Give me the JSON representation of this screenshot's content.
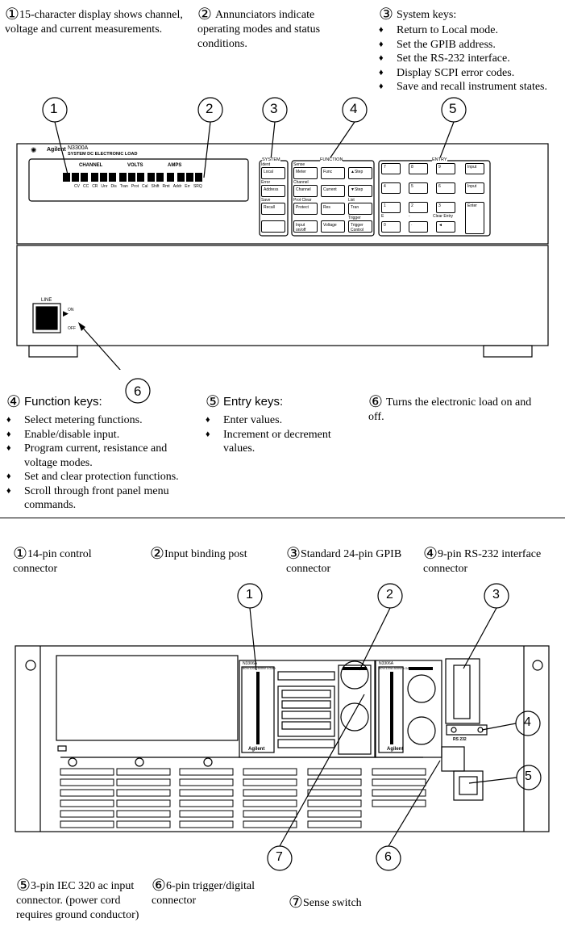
{
  "front": {
    "c1": {
      "num": "①",
      "text": "15-character display shows channel, voltage and current measurements."
    },
    "c2": {
      "num": "②",
      "text": "Annunciators indicate operating modes and status conditions."
    },
    "c3": {
      "num": "③",
      "title": "System keys:",
      "items": [
        "Return to Local mode.",
        "Set the GPIB address.",
        "Set the RS-232 interface.",
        "Display SCPI error codes.",
        "Save and recall instrument states."
      ]
    },
    "c4": {
      "num": "④",
      "title": "Function keys:",
      "items": [
        "Select metering functions.",
        "Enable/disable input.",
        "Program current, resistance and voltage modes.",
        "Set and clear protection functions.",
        "Scroll through front panel menu commands."
      ]
    },
    "c5": {
      "num": "⑤",
      "title": "Entry keys:",
      "items": [
        "Enter values.",
        "Increment or decrement values."
      ]
    },
    "c6": {
      "num": "⑥",
      "text": "Turns the electronic load on and off."
    },
    "panel": {
      "brand": "Agilent",
      "model": "N3300A",
      "subtitle": "SYSTEM DC ELECTRONIC LOAD",
      "display_headers": [
        "CHANNEL",
        "VOLTS",
        "AMPS"
      ],
      "annunciators": [
        "CV",
        "CC",
        "CR",
        "Unr",
        "Dis",
        "Tran",
        "Prot",
        "Cal",
        "Shift",
        "Rmt",
        "Addr",
        "Err",
        "SRQ"
      ],
      "system_label": "SYSTEM",
      "function_label": "FUNCTION",
      "entry_label": "ENTRY",
      "system_keys": [
        {
          "top": "Ident",
          "key": "Local"
        },
        {
          "top": "Error",
          "key": "Address"
        },
        {
          "top": "Save",
          "key": "Recall"
        },
        {
          "top": "",
          "key": ""
        }
      ],
      "function_keys": [
        {
          "top": "Sense",
          "key": "Meter"
        },
        {
          "top": "",
          "key": "Func"
        },
        {
          "top": "",
          "key": "▲Step"
        },
        {
          "top": "Channel",
          "key": "Channel"
        },
        {
          "top": "",
          "key": "Current"
        },
        {
          "top": "",
          "key": "▼Step"
        },
        {
          "top": "Prot Clear",
          "key": "Protect"
        },
        {
          "top": "",
          "key": "Res"
        },
        {
          "top": "List",
          "key": "Tran"
        },
        {
          "top": "",
          "key": "Input on/off"
        },
        {
          "top": "",
          "key": "Voltage"
        },
        {
          "top": "Trigger",
          "key": "Trigger Control"
        }
      ],
      "entry_keys": [
        "7",
        "8",
        "9",
        "Input",
        "4",
        "5",
        "6",
        "Input",
        "1",
        "2",
        "3",
        "Enter",
        "0",
        "·",
        "◄"
      ],
      "entry_tops": [
        "E",
        "-",
        "Clear Entry"
      ],
      "line_label": "LINE",
      "on_label": "ON",
      "off_label": "OFF",
      "callouts": [
        "1",
        "2",
        "3",
        "4",
        "5",
        "6"
      ]
    }
  },
  "rear": {
    "c1": {
      "num": "①",
      "text": "14-pin control connector"
    },
    "c2": {
      "num": "②",
      "text": "Input binding post"
    },
    "c3": {
      "num": "③",
      "text": "Standard 24-pin GPIB connector"
    },
    "c4": {
      "num": "④",
      "text": "9-pin RS-232 interface connector"
    },
    "c5": {
      "num": "⑤",
      "text": "3-pin IEC 320 ac input connector. (power cord requires ground conductor)"
    },
    "c6": {
      "num": "⑥",
      "text": "6-pin trigger/digital connector"
    },
    "c7": {
      "num": "⑦",
      "text": "Sense switch"
    },
    "panel": {
      "module_model": "N3306A",
      "module_rating": "60V/120A 600W LOAD",
      "brand": "Agilent",
      "rs232": "RS 232",
      "callouts": [
        "1",
        "2",
        "3",
        "4",
        "5",
        "6",
        "7"
      ]
    }
  }
}
